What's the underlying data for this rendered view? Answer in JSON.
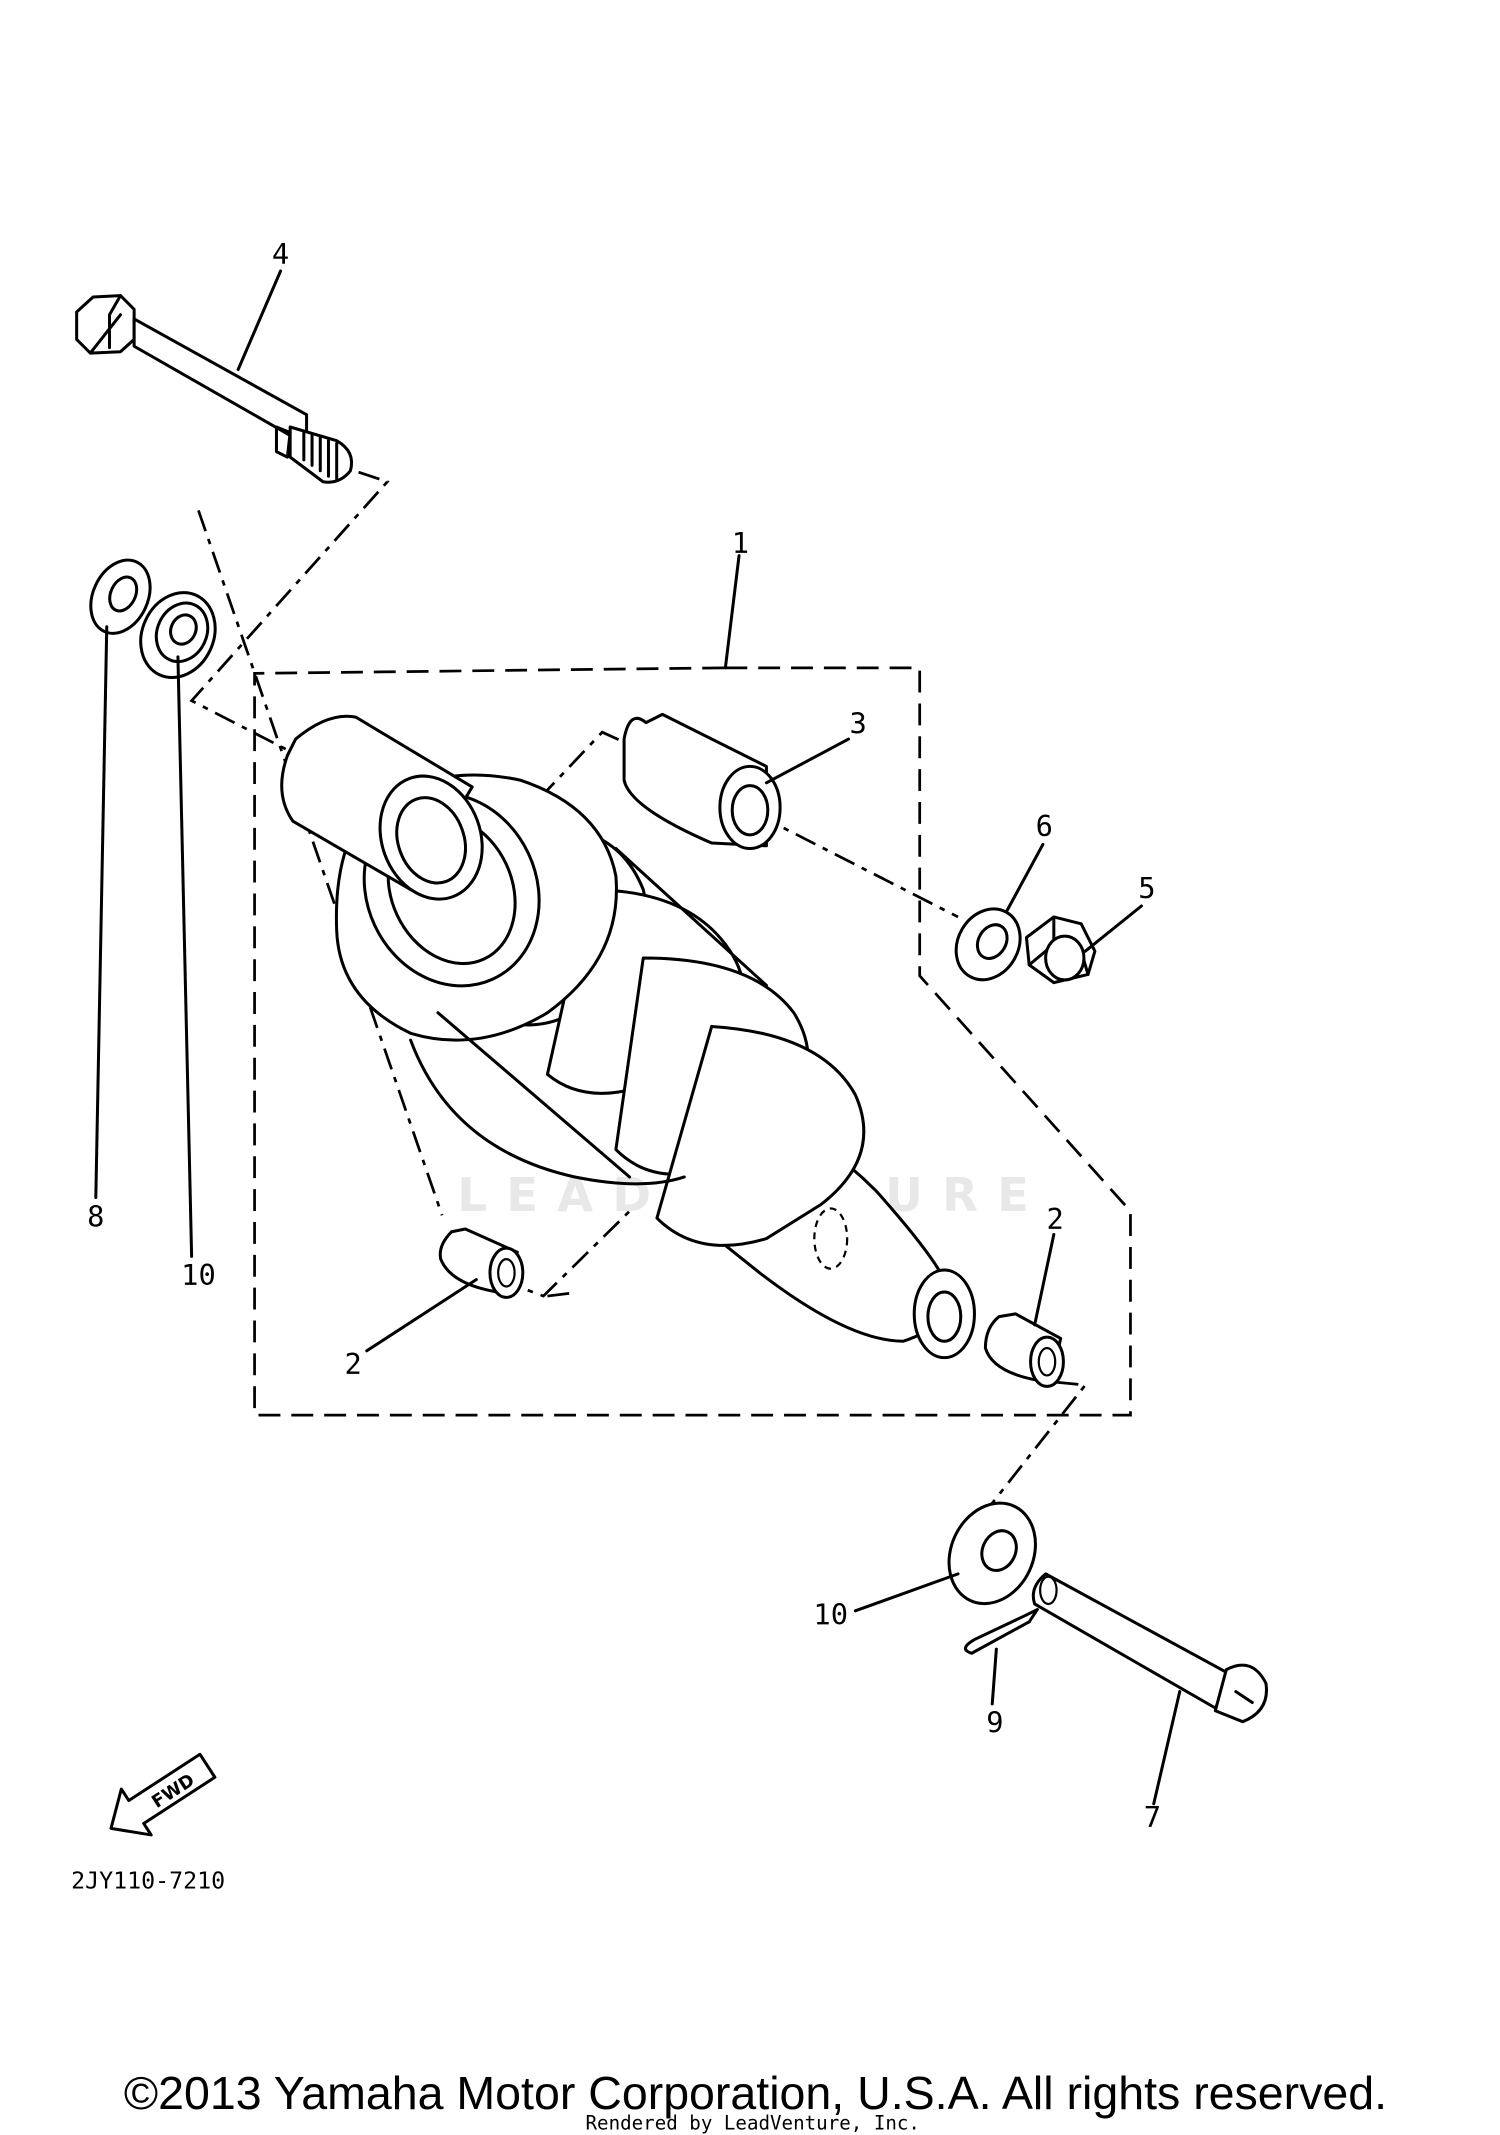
{
  "diagram_code": "2JY110-7210",
  "fwd_label": "FWD",
  "watermark": "LEADVENTURE",
  "copyright": "©2013 Yamaha Motor Corporation, U.S.A. All rights reserved.",
  "rendered_by": "Rendered by LeadVenture, Inc.",
  "callouts": {
    "c1": "1",
    "c2a": "2",
    "c2b": "2",
    "c3": "3",
    "c4": "4",
    "c5": "5",
    "c6": "6",
    "c7": "7",
    "c8": "8",
    "c9": "9",
    "c10a": "10",
    "c10b": "10"
  }
}
